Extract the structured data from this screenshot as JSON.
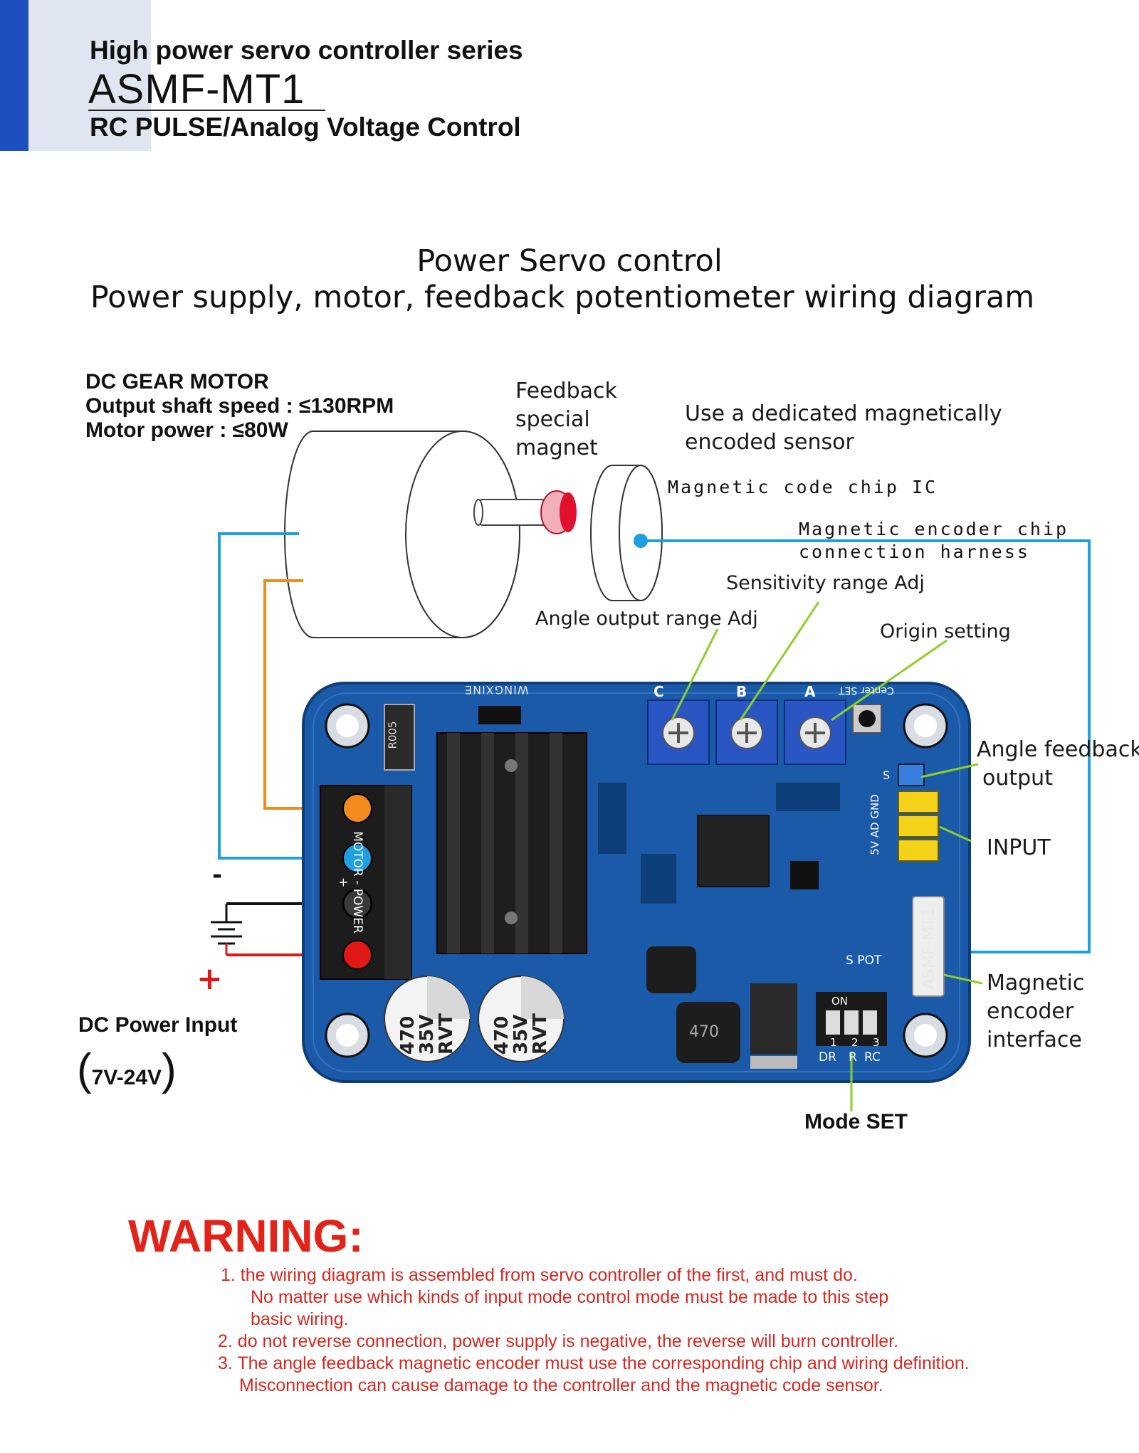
{
  "header": {
    "series": "High power servo controller series",
    "model": "ASMF-MT1",
    "control": "RC PULSE/Analog Voltage Control"
  },
  "title": {
    "line1": "Power  Servo control",
    "line2": "Power supply, motor, feedback potentiometer wiring diagram"
  },
  "motor": {
    "name": "DC GEAR MOTOR",
    "speed": "Output shaft speed : ≤130RPM",
    "power": "Motor power : ≤80W"
  },
  "labels": {
    "feedback_magnet": [
      "Feedback",
      "special",
      "magnet"
    ],
    "sensor": [
      "Use a dedicated magnetically",
      "encoded sensor"
    ],
    "chip_ic": "Magnetic code chip IC",
    "harness": [
      "Magnetic encoder chip",
      "connection harness"
    ],
    "sensitivity": "Sensitivity range Adj",
    "angle_range": "Angle output range Adj",
    "origin": "Origin setting",
    "angle_feedback": [
      "Angle feedback",
      "output"
    ],
    "input": "INPUT",
    "mag_interface": [
      "Magnetic",
      "encoder",
      "interface"
    ],
    "mode_set": "Mode SET",
    "dc_input": "DC Power Input",
    "voltage_range": "7V-24V",
    "minus": "-",
    "plus": "+"
  },
  "board": {
    "brand": "WINGXINE",
    "resistor": "R005",
    "cap_value": "470",
    "cap_voltage": "35V",
    "cap_series": "RVT",
    "inductor": "470",
    "model_text": "ASMF-MT1",
    "pot_a": "A",
    "pot_b": "B",
    "pot_c": "C",
    "dip_on": "ON",
    "dip_labels": [
      "DR",
      "R",
      "RC"
    ],
    "dip_nums": [
      "1",
      "2",
      "3"
    ],
    "center_set": "Center SET",
    "terminal": "MOTOR - POWER +",
    "header_s": "S",
    "input_pins": "5V AD GND",
    "pot_label": "S POT"
  },
  "warning": {
    "title": "WARNING:",
    "lines": [
      "1.   the wiring diagram is assembled from servo controller of the first, and must do.",
      "No matter use which kinds of input mode control mode must be made to this step",
      "basic wiring.",
      "2.   do not reverse connection, power supply is negative, the reverse will burn controller.",
      "3.   The angle feedback magnetic encoder must use the corresponding chip and wiring definition.",
      "Misconnection can cause damage to the controller and the magnetic code sensor."
    ]
  },
  "colors": {
    "accent_blue": "#1e4fbf",
    "wire_blue": "#1ea0e0",
    "wire_orange": "#f28a1e",
    "wire_red": "#e01818",
    "warning_red": "#e2231a",
    "pcb_blue": "#1b5aa8",
    "leader_green": "#8ccf2a"
  }
}
